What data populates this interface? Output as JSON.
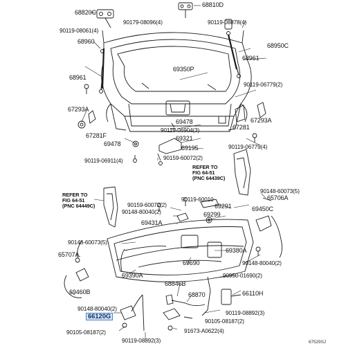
{
  "diagram": {
    "labels": {
      "p68820C": "68820C",
      "p68810D": "68810D",
      "p90179_08096": "90179-08096(4)",
      "p90119_08878": "90119-08878(4)",
      "p90119_08061": "90119-08061(4)",
      "p68960": "68960",
      "p68950C": "68950C",
      "p68961a": "68961",
      "p68961b": "68961",
      "p69350P": "69350P",
      "p90119_06779a": "90119-06779(2)",
      "p67293A_l": "67293A",
      "p69478a": "69478",
      "p90119_06904": "90119-06904(3)",
      "p69321": "69321",
      "p67281F": "67281F",
      "p67281": "67281",
      "p67293A_r": "67293A",
      "p69478b": "69478",
      "p69195": "69195",
      "p90119_06779b": "90119-06779(4)",
      "p90119_06911": "90119-06911(4)",
      "p90159_60072a": "90159-60072(2)",
      "refer_r_1": "REFER TO",
      "refer_r_2": "FIG 64-51",
      "refer_r_3": "(PNC 64439C)",
      "refer_l_1": "REFER TO",
      "refer_l_2": "FIG 64-51",
      "refer_l_3": "(PNC 64449C)",
      "p90148_60073a": "90148-60073(5)",
      "p90119_60010": "90119-60010",
      "p65706A": "65706A",
      "p90159_60072b": "90159-60072(2)",
      "p69291": "69291",
      "p90148_80040a": "90148-80040(2)",
      "p69299": "69299",
      "p69450C": "69450C",
      "p69431A": "69431A",
      "p90148_60073b": "90148-60073(5)",
      "p69380A": "69380A",
      "p65707A": "65707A",
      "p69690": "69690",
      "p90148_80040b": "90148-80040(2)",
      "p69390A": "69390A",
      "p90950_01690": "90950-01690(2)",
      "p68846B": "68846B",
      "p69460B": "69460B",
      "p68870": "68870",
      "p66110H": "66110H",
      "p90148_80040c": "90148-80040(2)",
      "p90119_08892a": "90119-08892(3)",
      "p66120G": "66120G",
      "p90105_08187a": "90105-08187(2)",
      "p90105_08187b": "90105-08187(2)",
      "p90119_08892b": "90119-08892(3)",
      "p91673_A0622": "91673-A0622(4)",
      "fig_code": "67529SJ"
    },
    "highlight_color": "#4a7fc1"
  }
}
